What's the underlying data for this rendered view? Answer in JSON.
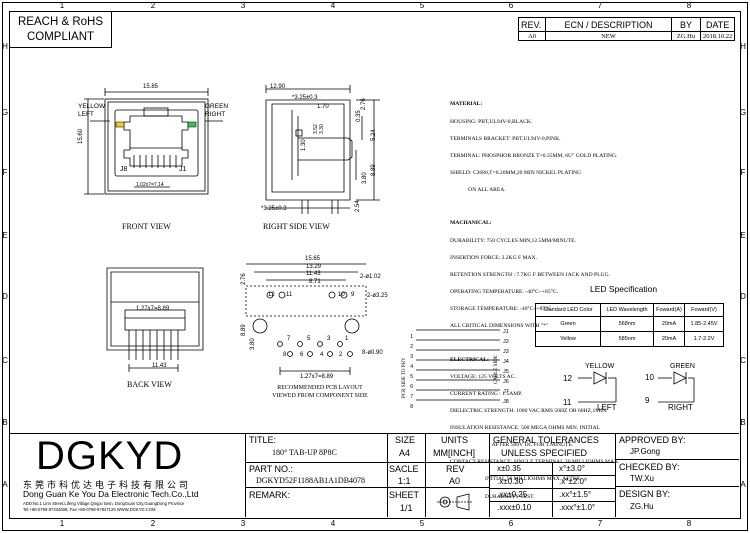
{
  "zones": {
    "cols": [
      "1",
      "2",
      "3",
      "4",
      "5",
      "6",
      "7",
      "8"
    ],
    "rows": [
      "H",
      "G",
      "F",
      "E",
      "D",
      "C",
      "B",
      "A"
    ]
  },
  "compliance": {
    "line1": "REACH & RoHS",
    "line2": "COMPLIANT"
  },
  "revision": {
    "headers": [
      "REV.",
      "ECN / DESCRIPTION",
      "BY",
      "DATE"
    ],
    "row": [
      "A0",
      "NEW",
      "ZG.Hu",
      "2018.10.22"
    ]
  },
  "front_view": {
    "title": "FRONT VIEW",
    "width": "15.85",
    "height": "15.60",
    "yellow_label": [
      "YELLOW",
      "LEFT"
    ],
    "green_label": [
      "GREEN",
      "RIGHT"
    ],
    "j8": "J8",
    "j1": "J1",
    "pitch": "1.02x7=7.14"
  },
  "side_view": {
    "title": "RIGHT SIDE VIEW",
    "d1": "12.90",
    "d2": "*3.25±0.3",
    "d3": "1.70",
    "d4": "2.76",
    "d5": "0.35",
    "d6": "5.24",
    "d7": "1.30",
    "d8": "3.52",
    "d9": "3.30",
    "d10": "8.89",
    "d11": "3.80",
    "d12": "2.54",
    "d13": "*3.25±0.3"
  },
  "back_view": {
    "title": "BACK VIEW",
    "pitch": "1.27x7=8.89",
    "width": "11.43"
  },
  "pcb": {
    "d1": "15.65",
    "d2": "13.29",
    "d3": "11.43",
    "d4": "8.71",
    "hole1": "2-ø1.02",
    "hole2": "2-ø3.25",
    "hole3": "8-ø0.90",
    "side1": "2.76",
    "side2": "8.89",
    "side3": "3.80",
    "pitch": "1.27x7=8.89",
    "pins_top": [
      "12",
      "11",
      "10",
      "9"
    ],
    "pins_row": [
      "7",
      "5",
      "3",
      "1"
    ],
    "pins_row2": [
      "8",
      "6",
      "4",
      "2"
    ],
    "caption1": "RECOMMENDED PCB LAYOUT",
    "caption2": "VIEWED FROM COMPONENT SIDE"
  },
  "schematic": {
    "left_label": "PCB SIDE TO PHY",
    "right_label": "CABLE SIDE",
    "pins": [
      "1",
      "2",
      "3",
      "4",
      "5",
      "6",
      "7",
      "8"
    ],
    "jacks": [
      "J1",
      "J2",
      "J3",
      "J4",
      "J5",
      "J6",
      "J7",
      "J8"
    ]
  },
  "material": {
    "title": "MATERIAL:",
    "lines": [
      "HOUSING: PBT,UL94V-0,BLACK.",
      "TERMINALS BRACKET: PBT,UL94V-0,PINK.",
      "TERMINAL: PHOSPHOR BRONZE T=0.35MM, 6U\" GOLD PLATING.",
      "SHIELD: C2680,T=0.20MM,20 MIN NICKEL PLATING",
      "             ON ALL AREA."
    ]
  },
  "mechanical": {
    "title": "MACHANICAL:",
    "lines": [
      "DURABILITY: 750 CYCLES MIN,12.5MM/MINUTE.",
      "INSERTION FORCE: 2.2KG F MAX.",
      "RETENTION STRENGTH : 7.7KG F BETWEEN JACK AND PLUG.",
      "OPERATING TEMPERATURE: -40°C~+85°C.",
      "STORAGE TEMPERATURE: -40°C~+85°C.",
      "ALL CRITICAL DIMENSIONS WITH \"*\""
    ]
  },
  "electrical": {
    "title": "ELECTRICAL:",
    "lines": [
      "VOLTAGE: 125 VOLTS AC.",
      "CURRENT RATING : 1.5AMP.",
      "DIELECTRIC STRENGTH: 1000 VAC RMS 50HZ OR 60HZ,1MIN.",
      "INSULATION RESISTANCE: 500 MEGA OHMS MIN. INITIAL",
      "                              AFTER 500V DC FOR 1 MINUTE.",
      "CONTACT RESISTANCE: SINGLE TERMINAL 30 MILLIOHMS MAX.",
      "                         INITIAL 50 MILLIOHMS MAX. AFTER",
      "                         DURABILITY TEST."
    ]
  },
  "led_spec": {
    "title": "LED Specification",
    "headers": [
      "Standard LED Color",
      "LED Wavelength",
      "Foward(A)",
      "Foward(V)"
    ],
    "rows": [
      [
        "Green",
        "568nm",
        "20mA",
        "1.85-2.45V"
      ],
      [
        "Yellow",
        "585nm",
        "20mA",
        "1.7-2.2V"
      ]
    ]
  },
  "led_diagram": {
    "yellow": {
      "title": "YELLOW",
      "p1": "12",
      "p2": "11",
      "side": "LEFT"
    },
    "green": {
      "title": "GREEN",
      "p1": "10",
      "p2": "9",
      "side": "RIGHT"
    }
  },
  "company": {
    "logo": "DGKYD",
    "cn": "东莞市科优达电子科技有限公司",
    "en": "Dong Guan Ke You Da Electronic Tech.Co.,Ltd",
    "addr": "ADD:No.1 Lirin Street,Lifeng Village,Qingxi town, DongGuan City,GuangDong Province",
    "tel": "Tel:+86-0769-87334608; Fax:+86-0769-87847129 WWW.DGKYD.COM"
  },
  "title_block": {
    "title_label": "TITLE:",
    "title_value": "180° TAB-UP 8P8C",
    "size_label": "SIZE",
    "size_value": "A4",
    "units_label": "UNITS",
    "units_value": "MM[INCH]",
    "part_label": "PART NO.:",
    "part_value": "DGKYD52F1188AB1A1DB4078",
    "scale_label": "SACLE",
    "scale_value": "1:1",
    "rev_label": "REV",
    "rev_value": "A0",
    "remark_label": "REMARK:",
    "sheet_label": "SHEET",
    "sheet_value": "1/1",
    "tol_title1": "GENERAL TOLERANCES",
    "tol_title2": "UNLESS SPECIFIED",
    "tolerances": [
      [
        "x±0.35",
        "x°±3.0°"
      ],
      [
        ".x±0.30",
        ".x°±2.0°"
      ],
      [
        ".xx±0.25",
        ".xx°±1.5°"
      ],
      [
        ".xxx±0.10",
        ".xxx°±1.0°"
      ]
    ],
    "approved_label": "APPROVED BY:",
    "approved_value": "JP.Gong",
    "checked_label": "CHECKED BY:",
    "checked_value": "TW.Xu",
    "design_label": "DESIGN BY:",
    "design_value": "ZG.Hu"
  }
}
